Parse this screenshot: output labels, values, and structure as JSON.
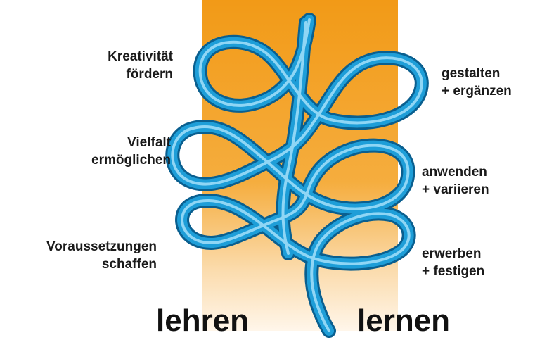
{
  "left_labels": [
    {
      "line1": "Kreativität",
      "line2": "fördern"
    },
    {
      "line1": "Vielfalt",
      "line2": "ermöglichen"
    },
    {
      "line1": "Voraussetzungen",
      "line2": "schaffen"
    }
  ],
  "right_labels": [
    {
      "line1": "gestalten",
      "line2": "+ ergänzen"
    },
    {
      "line1": "anwenden",
      "line2": "+ variieren"
    },
    {
      "line1": "erwerben",
      "line2": "+ festigen"
    }
  ],
  "bottom": {
    "left": "lehren",
    "right": "lernen"
  },
  "colors": {
    "panel": "#f29a17",
    "rope": "#1e9ed8",
    "rope_dark": "#0a5f8f",
    "rope_light": "#8fd6f5"
  }
}
